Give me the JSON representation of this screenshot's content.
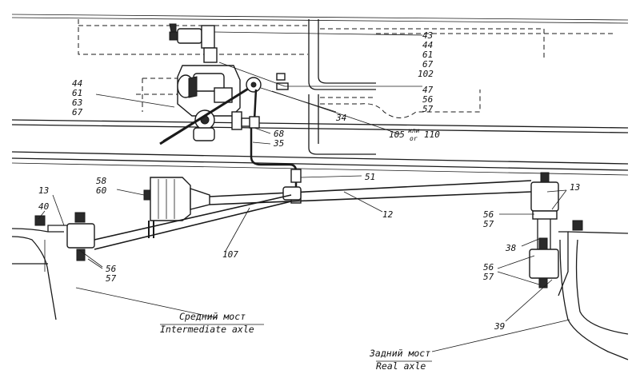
{
  "callouts": {
    "c43": "43",
    "c44a": "44",
    "c61a": "61",
    "c67a": "67",
    "c102": "102",
    "c47": "47",
    "c56a": "56",
    "c57a": "57",
    "c34": "34",
    "c105": "105",
    "c_or_ru": "или",
    "c_or_en": "or",
    "c110": "110",
    "c68": "68",
    "c35": "35",
    "c51": "51",
    "c12": "12",
    "c44b": "44",
    "c61b": "61",
    "c63": "63",
    "c67b": "67",
    "c58": "58",
    "c60": "60",
    "c13a": "13",
    "c40": "40",
    "c56b": "56",
    "c57b": "57",
    "c107": "107",
    "c13b": "13",
    "c56c": "56",
    "c57c": "57",
    "c38": "38",
    "c56d": "56",
    "c57d": "57",
    "c39": "39"
  },
  "captions": {
    "intermediate_ru": "Средний мост",
    "intermediate_en": "Intermediate axle",
    "rear_ru": "Задний мост",
    "rear_en": "Real axle"
  }
}
